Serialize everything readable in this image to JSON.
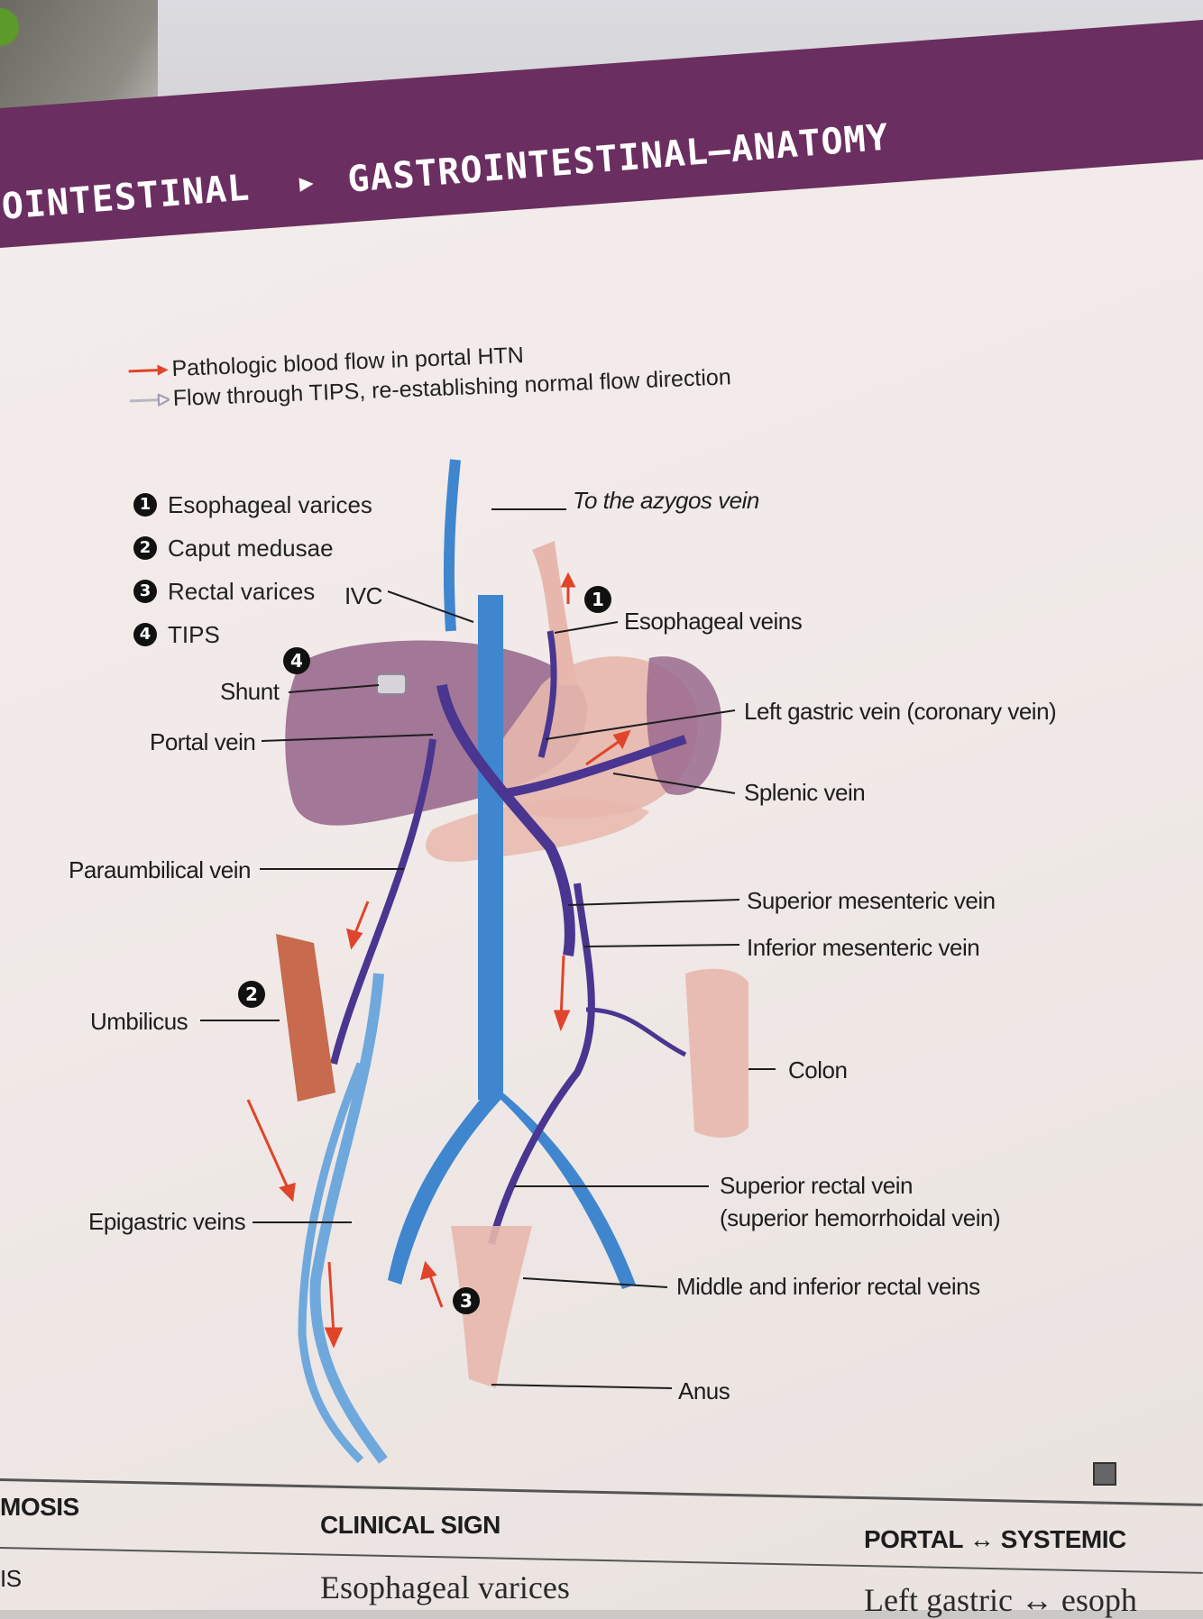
{
  "header": {
    "section": "OINTESTINAL",
    "subsection": "GASTROINTESTINAL–ANATOMY"
  },
  "legend": {
    "red_arrow": "Pathologic blood flow in portal HTN",
    "gray_arrow": "Flow through TIPS, re-establishing normal flow direction"
  },
  "numbered_list": [
    {
      "num": "1",
      "text": "Esophageal varices"
    },
    {
      "num": "2",
      "text": "Caput medusae"
    },
    {
      "num": "3",
      "text": "Rectal varices"
    },
    {
      "num": "4",
      "text": "TIPS"
    }
  ],
  "labels": {
    "azygos": "To the azygos vein",
    "ivc": "IVC",
    "esophageal_veins": "Esophageal veins",
    "shunt": "Shunt",
    "portal_vein": "Portal vein",
    "left_gastric": "Left gastric vein (coronary vein)",
    "splenic": "Splenic vein",
    "paraumbilical": "Paraumbilical vein",
    "superior_mesenteric": "Superior mesenteric vein",
    "inferior_mesenteric": "Inferior mesenteric vein",
    "umbilicus": "Umbilicus",
    "colon": "Colon",
    "superior_rectal_1": "Superior rectal vein",
    "superior_rectal_2": "(superior hemorrhoidal vein)",
    "epigastric": "Epigastric veins",
    "mid_inf_rectal": "Middle and inferior rectal veins",
    "anus": "Anus"
  },
  "badges": {
    "b1": "1",
    "b2": "2",
    "b3": "3",
    "b4": "4"
  },
  "table": {
    "col1_header": "MOSIS",
    "col2_header": "CLINICAL SIGN",
    "col3_header": "PORTAL ↔ SYSTEMIC",
    "row1_col1": "IS",
    "row1_col2": "Esophageal varices",
    "row1_col3": "Left gastric ↔ esoph"
  },
  "colors": {
    "header_band": "#6b2e60",
    "systemic_vein": "#3f86cf",
    "portal_vein": "#4a3590",
    "pathologic_arrow": "#e0442a",
    "organ": "#9a6a8e"
  }
}
